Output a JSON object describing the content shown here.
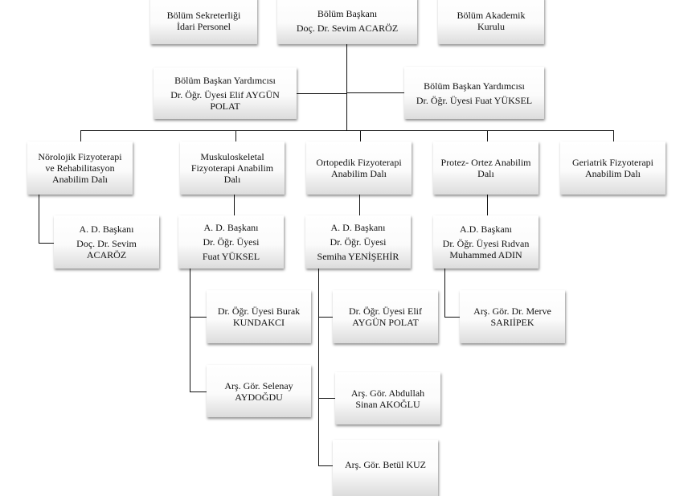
{
  "top": {
    "secretary": {
      "line1": "Bölüm Sekreterliği",
      "line2": "İdari Personel"
    },
    "head": {
      "title": "Bölüm Başkanı",
      "name": "Doç. Dr. Sevim ACARÖZ"
    },
    "board": {
      "line1": "Bölüm Akademik",
      "line2": "Kurulu"
    }
  },
  "deputies": [
    {
      "title": "Bölüm Başkan Yardımcısı",
      "name1": "Dr. Öğr. Üyesi Elif AYGÜN",
      "name2": "POLAT"
    },
    {
      "title": "Bölüm Başkan Yardımcısı",
      "name1": "Dr. Öğr. Üyesi Fuat YÜKSEL"
    }
  ],
  "departments": [
    {
      "l1": "Nörolojik Fizyoterapi",
      "l2": "ve Rehabilitasyon",
      "l3": "Anabilim Dalı"
    },
    {
      "l1": "Muskuloskeletal",
      "l2": "Fizyoterapi Anabilim",
      "l3": "Dalı"
    },
    {
      "l1": "Ortopedik Fizyoterapi",
      "l2": "Anabilim Dalı"
    },
    {
      "l1": "Protez- Ortez Anabilim",
      "l2": "Dalı"
    },
    {
      "l1": "Geriatrik Fizyoterapi",
      "l2": "Anabilim Dalı"
    }
  ],
  "heads": [
    {
      "title": "A. D. Başkanı",
      "l1": "Doç. Dr. Sevim",
      "l2": "ACARÖZ"
    },
    {
      "title": "A. D. Başkanı",
      "l1": "Dr. Öğr. Üyesi",
      "l2": "Fuat YÜKSEL"
    },
    {
      "title": "A. D. Başkanı",
      "l1": "Dr. Öğr. Üyesi",
      "l2": "Semiha YENİŞEHİR"
    },
    {
      "title": "A.D. Başkanı",
      "l1": "Dr. Öğr. Üyesi Rıdvan",
      "l2": "Muhammed ADIN"
    }
  ],
  "staff": {
    "musculoskeletal": [
      {
        "l1": "Dr. Öğr. Üyesi Burak",
        "l2": "KUNDAKCI"
      },
      {
        "l1": "Arş. Gör. Selenay",
        "l2": "AYDOĞDU"
      }
    ],
    "orthopedic": [
      {
        "l1": "Dr. Öğr. Üyesi Elif",
        "l2": "AYGÜN POLAT"
      },
      {
        "l1": "Arş. Gör. Abdullah",
        "l2": "Sinan AKOĞLU"
      },
      {
        "l1": "Arş. Gör. Betül KUZ"
      }
    ],
    "prosthetics": [
      {
        "l1": "Arş. Gör. Dr. Merve",
        "l2": "SARIİPEK"
      }
    ]
  }
}
